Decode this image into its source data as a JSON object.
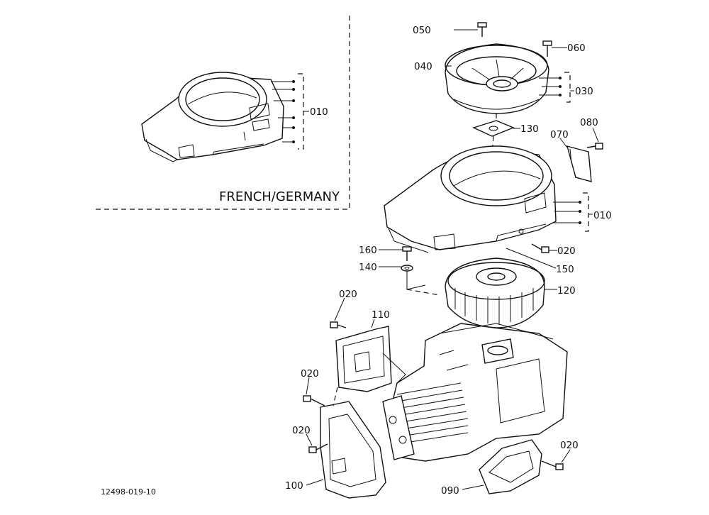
{
  "region_label": "FRENCH/GERMANY",
  "drawing_number": "12498-019-10",
  "labels": {
    "p050": "050",
    "p060": "060",
    "p040": "040",
    "p030": "030",
    "p130": "130",
    "p070": "070",
    "p080": "080",
    "p010_inset": "010",
    "p010_main": "010",
    "p020_shroud": "020",
    "p160": "160",
    "p140": "140",
    "p150": "150",
    "p120": "120",
    "p020_upper_left": "020",
    "p110": "110",
    "p020_mid_left": "020",
    "p020_lower_left": "020",
    "p020_lower_right": "020",
    "p100": "100",
    "p090": "090"
  }
}
